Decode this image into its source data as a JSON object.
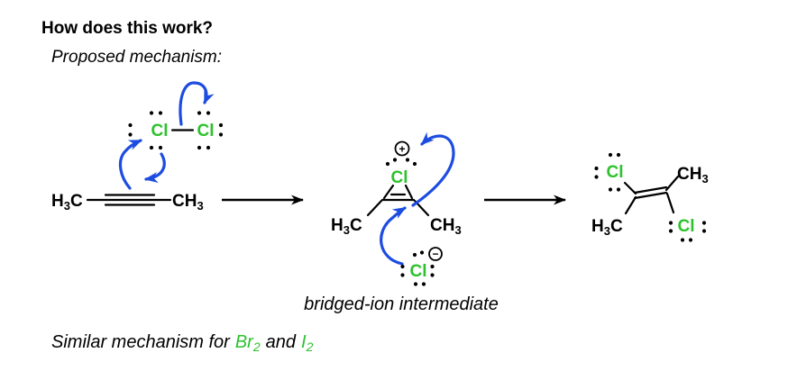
{
  "header": {
    "title": "How does this work?",
    "subtitle": "Proposed mechanism:"
  },
  "colors": {
    "halogen_green": "#2dc22d",
    "arrow_blue": "#1d4ce0",
    "ink": "#000000"
  },
  "chlorine_molecule": {
    "left_halogen": "Cl",
    "right_halogen": "Cl"
  },
  "alkyne": {
    "left_group": {
      "p1": "H",
      "sub": "3",
      "p2": "C"
    },
    "right_group": {
      "p1": "CH",
      "sub": "3"
    }
  },
  "intermediate": {
    "halogen": "Cl",
    "plus_charge": "+",
    "left_group": {
      "p1": "H",
      "sub": "3",
      "p2": "C"
    },
    "right_group": {
      "p1": "CH",
      "sub": "3"
    },
    "anion": {
      "halogen": "Cl",
      "minus_charge": "−"
    },
    "caption": "bridged-ion intermediate"
  },
  "product": {
    "top_halogen": "Cl",
    "top_right_group": {
      "p1": "CH",
      "sub": "3"
    },
    "bottom_left_group": {
      "p1": "H",
      "sub": "3",
      "p2": "C"
    },
    "bottom_halogen": "Cl"
  },
  "footer": {
    "part1": "Similar mechanism for",
    "halogen1": "Br",
    "halogen1_sub": "2",
    "part2": "and",
    "halogen2": "I",
    "halogen2_sub": "2"
  }
}
